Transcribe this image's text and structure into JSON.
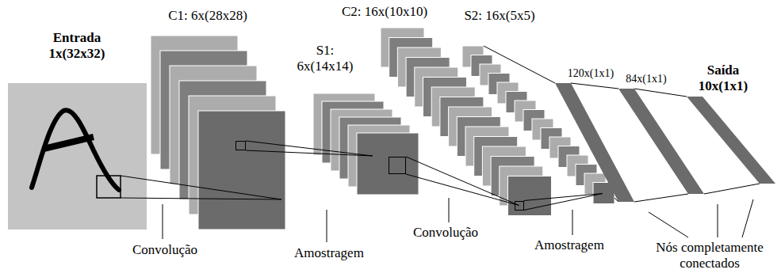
{
  "diagram": {
    "nodes": [
      {
        "text": [
          "Entrada 1x(32x32)"
        ]
      },
      {
        "text": [
          "C1: 6x(28x28)"
        ]
      },
      {
        "text": [
          "S1: 6x(14x14)"
        ]
      },
      {
        "text": [
          "C2: 16x(10x10)"
        ]
      },
      {
        "text": [
          "S2: 16x(5x5)"
        ]
      },
      {
        "text": [
          "120x(1x1)"
        ]
      },
      {
        "text": [
          "84x(1x1)"
        ]
      },
      {
        "text": [
          "Saída 10x(1x1)"
        ]
      }
    ],
    "edges": [
      {
        "from": 0,
        "to": 1,
        "arrow": "none"
      },
      {
        "from": 1,
        "to": 2,
        "arrow": "none"
      },
      {
        "from": 2,
        "to": 3,
        "arrow": "none"
      },
      {
        "from": 3,
        "to": 4,
        "arrow": "none"
      },
      {
        "from": 4,
        "to": 5,
        "arrow": "none"
      },
      {
        "from": 5,
        "to": 6,
        "arrow": "none"
      },
      {
        "from": 6,
        "to": 7,
        "arrow": "none"
      }
    ],
    "labels": [
      "Convolução",
      "Amostragem",
      "Convolução",
      "Amostragem",
      "Nós completamente conectados"
    ]
  }
}
